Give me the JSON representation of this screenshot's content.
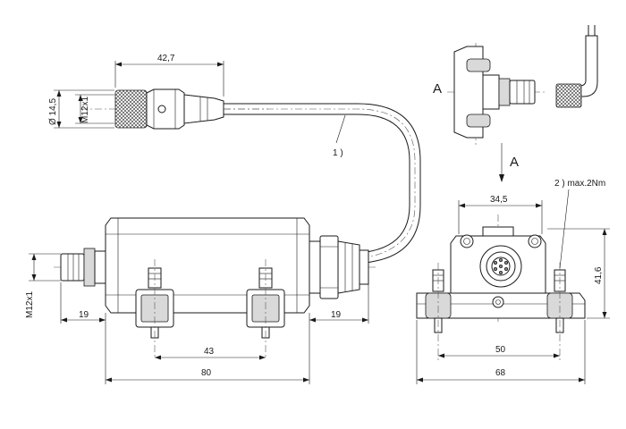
{
  "dimensions": {
    "connector_length": "42,7",
    "connector_diameter": "Ø 14,5",
    "connector_thread_top": "M12x1",
    "connector_thread_side": "M12x1",
    "left_offset": "19",
    "right_offset": "19",
    "hole_spacing_side": "43",
    "body_length": "80",
    "front_width_top": "34,5",
    "front_height": "41,6",
    "hole_spacing_front": "50",
    "front_width_total": "68"
  },
  "callouts": {
    "cable_note": "1 )",
    "torque_note": "2 )  max.2Nm"
  },
  "views": {
    "section_label_left": "A",
    "section_label_arrow": "A"
  }
}
